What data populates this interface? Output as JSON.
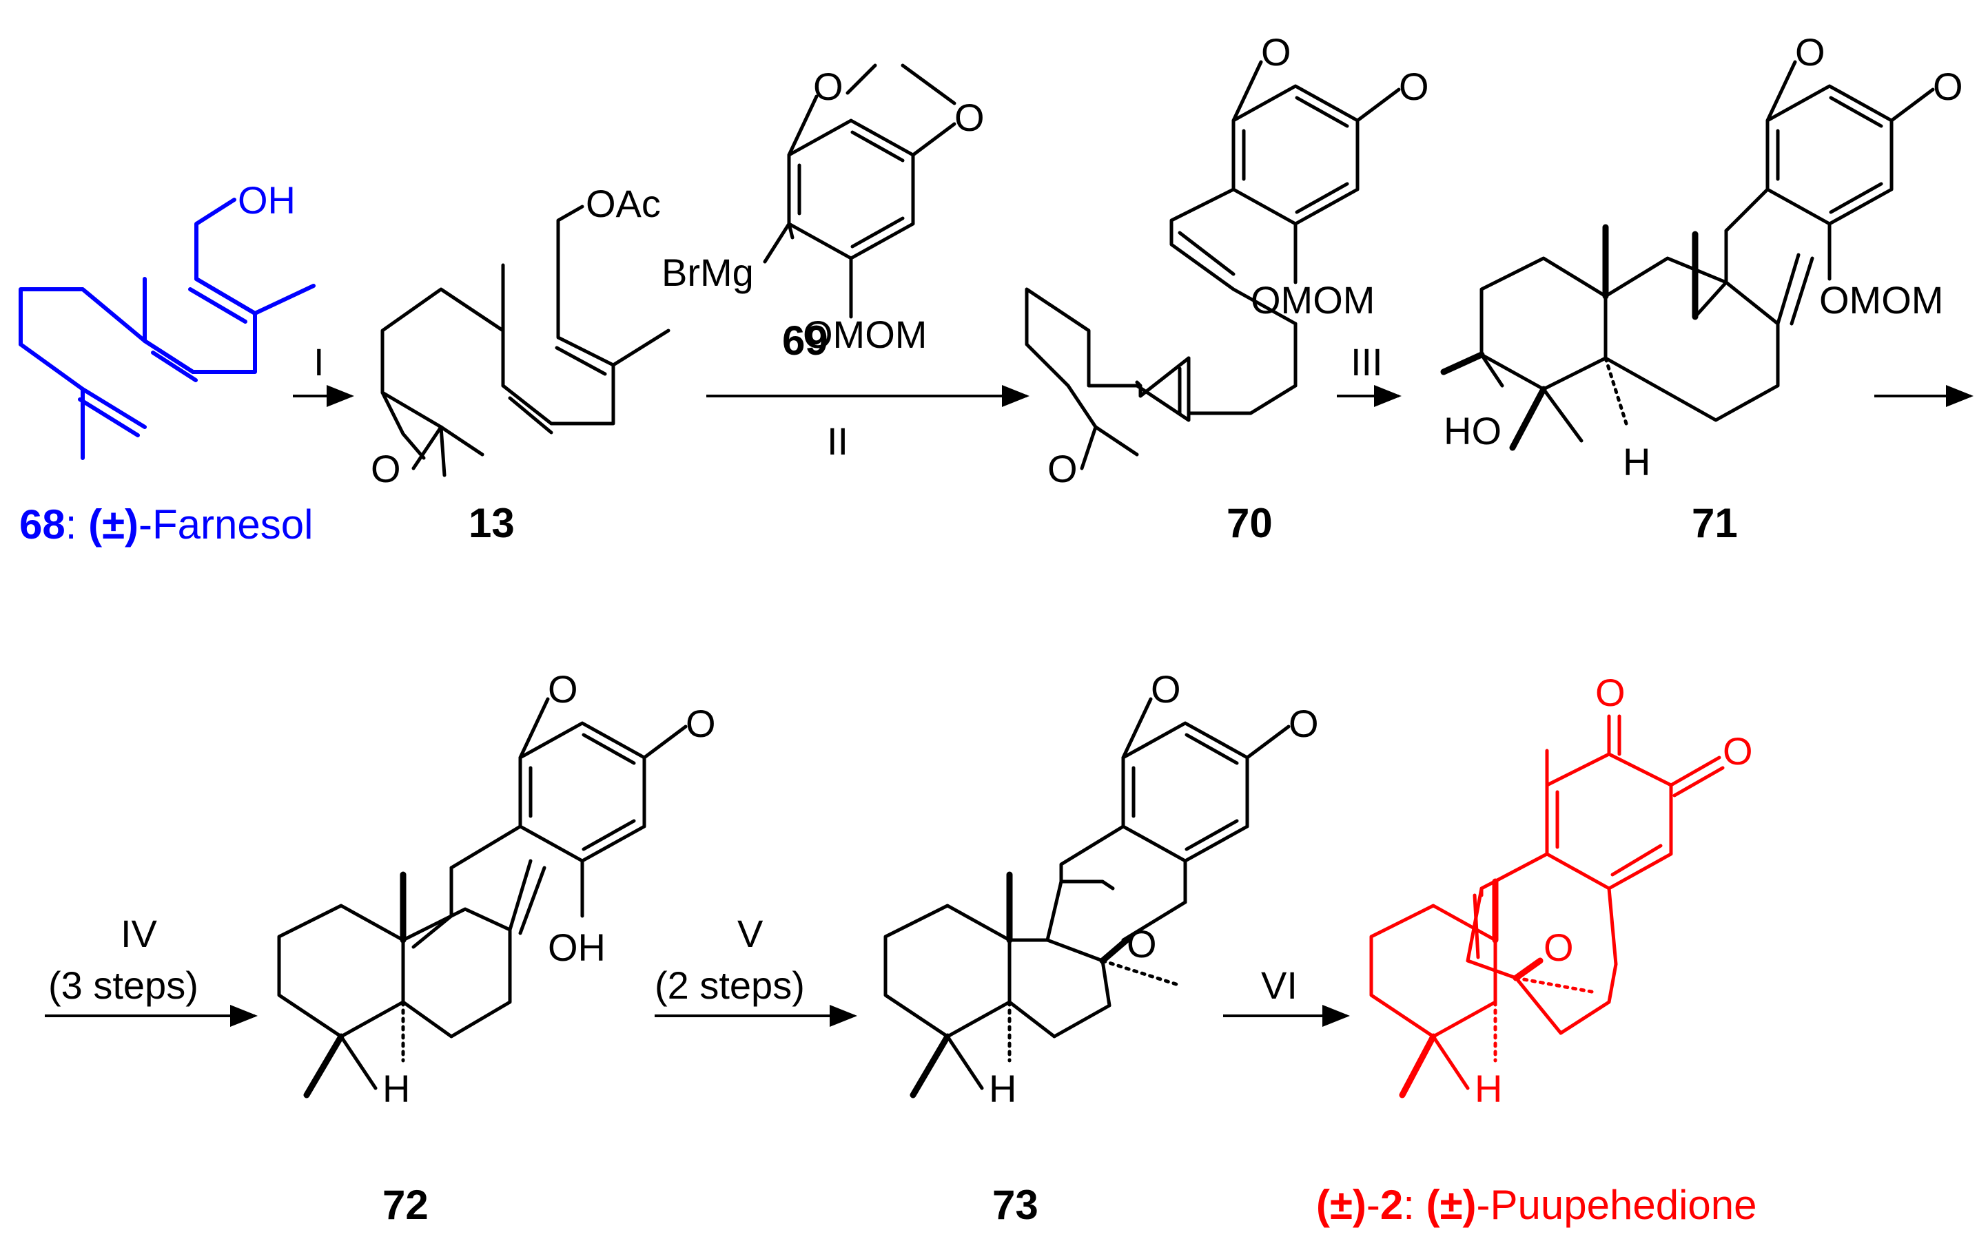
{
  "colors": {
    "black": "#000000",
    "farnesol": "#0000ff",
    "puupehedione": "#ff0000"
  },
  "compounds": {
    "c68": {
      "number": "68",
      "sep": ": ",
      "pm": "(±)",
      "name": "-Farnesol",
      "oh": "OH"
    },
    "c13": {
      "number": "13",
      "oac": "OAc",
      "o": "O"
    },
    "c69": {
      "number": "69",
      "brmg": "BrMg",
      "omom": "OMOM",
      "o1": "O",
      "o2": "O"
    },
    "c70": {
      "number": "70",
      "omom": "OMOM",
      "o_ep": "O",
      "o1": "O",
      "o2": "O"
    },
    "c71": {
      "number": "71",
      "omom": "OMOM",
      "ho": "HO",
      "h": "H",
      "o1": "O",
      "o2": "O"
    },
    "c72": {
      "number": "72",
      "oh": "OH",
      "h": "H",
      "o1": "O",
      "o2": "O"
    },
    "c73": {
      "number": "73",
      "o_ring": "O",
      "h": "H",
      "o1": "O",
      "o2": "O"
    },
    "c2": {
      "pm1": "(±)",
      "dash": "-",
      "number": "2",
      "sep": ": ",
      "pm2": "(±)",
      "name": "-Puupehedione",
      "o_ring": "O",
      "o_k1": "O",
      "o_k2": "O",
      "h": "H"
    }
  },
  "steps": {
    "s1": {
      "label": "I"
    },
    "s2": {
      "label": "II"
    },
    "s3": {
      "label": "III"
    },
    "s4": {
      "label": "IV",
      "note": "(3 steps)"
    },
    "s5": {
      "label": "V",
      "note": "(2 steps)"
    },
    "s6": {
      "label": "VI"
    }
  }
}
